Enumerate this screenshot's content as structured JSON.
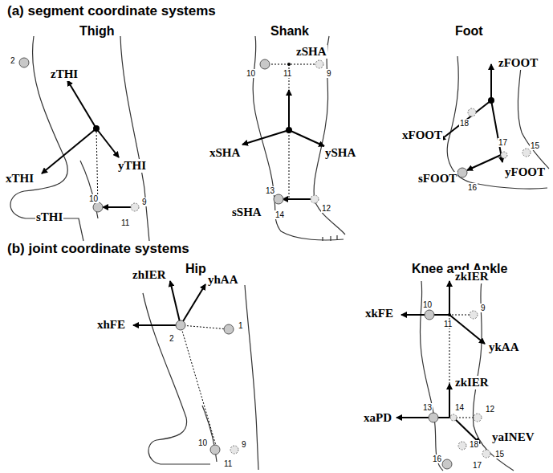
{
  "diagram": {
    "labels": [
      "(a) segment coordinate systems",
      "Thigh",
      "Shank",
      "Foot",
      "2",
      "zTHI",
      "xTHI",
      "yTHI",
      "sTHI",
      "10",
      "9",
      "11",
      "10",
      "11",
      "9",
      "zSHA",
      "xSHA",
      "ySHA",
      "13",
      "12",
      "sSHA",
      "14",
      "zFOOT",
      "18",
      "xFOOT",
      "17",
      "15",
      "sFOOT",
      "16",
      "yFOOT",
      "(b) joint coordinate systems",
      "Hip",
      "Knee and Ankle",
      "zhIER",
      "yhAA",
      "xhFE",
      "2",
      "1",
      "10",
      "9",
      "11",
      "zkIER",
      "10",
      "9",
      "xkFE",
      "11",
      "ykAA",
      "zkIER",
      "13",
      "14",
      "12",
      "xaPD",
      "yaINEV",
      "18",
      "15",
      "16",
      "17"
    ]
  }
}
